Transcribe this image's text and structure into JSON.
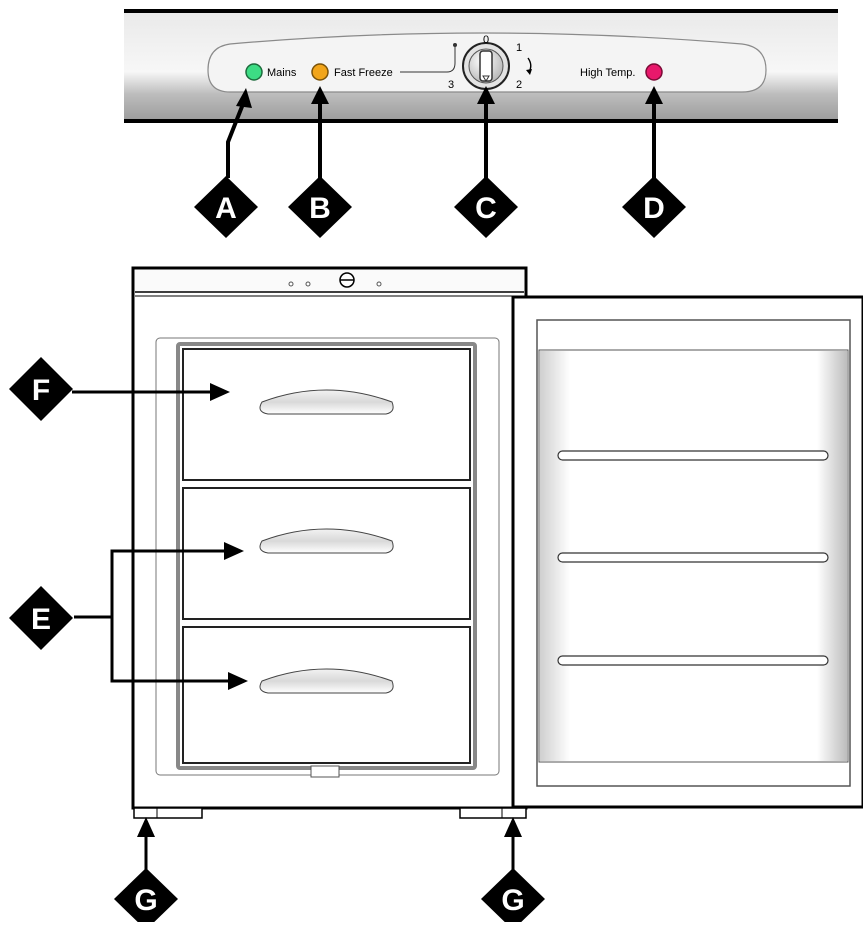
{
  "control_panel": {
    "mains_label": "Mains",
    "fast_freeze_label": "Fast Freeze",
    "high_temp_label": "High Temp.",
    "dial_numbers": [
      "0",
      "1",
      "2",
      "3"
    ],
    "colors": {
      "mains": "#3ddc84",
      "fast_freeze": "#f2a51a",
      "high_temp": "#e8186b"
    }
  },
  "callouts": {
    "a": "A",
    "b": "B",
    "c": "C",
    "d": "D",
    "e": "E",
    "f": "F",
    "g": "G"
  }
}
